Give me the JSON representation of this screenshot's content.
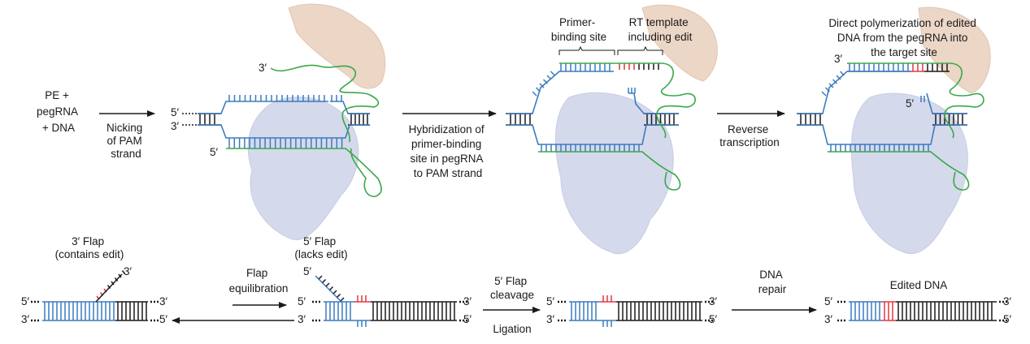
{
  "colors": {
    "original_strand": "#3b7bbf",
    "pegRNA": "#3aa84a",
    "new_dna": "#1a1a1a",
    "edit": "#e0383e",
    "protein_rt": "#e6c9b3",
    "protein_cas9": "#c7cde6"
  },
  "top_row": {
    "start_label": [
      "PE +",
      "pegRNA",
      "+ DNA"
    ],
    "step1_label": [
      "Nicking",
      "of PAM",
      "strand"
    ],
    "step2_label": [
      "Hybridization of",
      "primer-binding",
      "site in pegRNA",
      "to PAM strand"
    ],
    "step3_label": [
      "Reverse",
      "transcription"
    ],
    "panel1": {
      "end_3": "3′",
      "end_5_top": "5′",
      "end_3_bottom": "3′",
      "end_5_lower": "5′"
    },
    "panel2": {
      "pbs_label": [
        "Primer-",
        "binding site"
      ],
      "rt_label": [
        "RT template",
        "including edit"
      ]
    },
    "panel3": {
      "title": [
        "Direct polymerization of edited",
        "DNA from the pegRNA into",
        "the target site"
      ],
      "end_3": "3′",
      "end_5": "5′"
    }
  },
  "bottom_row": {
    "flap3": {
      "title": [
        "3′ Flap",
        "(contains edit)"
      ],
      "flap_end": "3′",
      "left_top": "5′",
      "left_bottom": "3′",
      "right_top": "3′",
      "right_bottom": "5′"
    },
    "equilibration_label": [
      "Flap",
      "equilibration"
    ],
    "flap5": {
      "title": [
        "5′ Flap",
        "(lacks edit)"
      ],
      "flap_end": "5′",
      "left_top": "5′",
      "left_bottom": "3′",
      "right_top": "3′",
      "right_bottom": "5′"
    },
    "cleavage_label": [
      "5′ Flap",
      "cleavage"
    ],
    "ligation_label": "Ligation",
    "mid": {
      "left_top": "5′",
      "left_bottom": "3′",
      "right_top": "3′",
      "right_bottom": "5′"
    },
    "repair_label": [
      "DNA",
      "repair"
    ],
    "edited": {
      "title": "Edited DNA",
      "left_top": "5′",
      "left_bottom": "3′",
      "right_top": "3′",
      "right_bottom": "5′"
    }
  }
}
